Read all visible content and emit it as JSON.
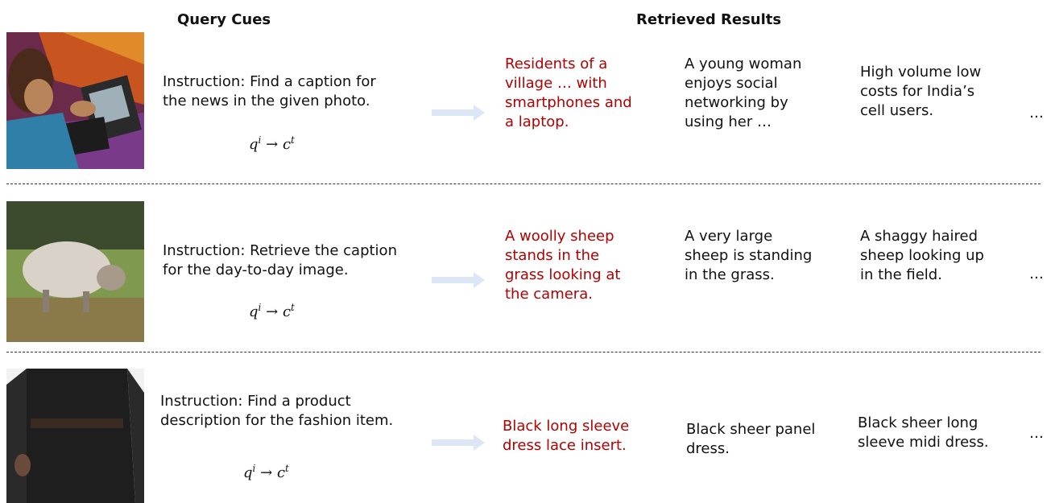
{
  "headers": {
    "query_cues": "Query Cues",
    "retrieved_results": "Retrieved Results"
  },
  "formula": {
    "q": "q",
    "q_sup": "i",
    "arrow": "→",
    "c": "c",
    "c_sup": "t"
  },
  "ellipsis": "…",
  "colors": {
    "correct_result": "#b30000",
    "arrow": "#dce6f4"
  },
  "rows": [
    {
      "image": "woman-with-phone-and-laptop",
      "instruction": [
        "Instruction: Find a caption for",
        "the news in the given photo."
      ],
      "results": [
        [
          "Residents of a",
          "village … with",
          "smartphones and",
          "a laptop."
        ],
        [
          "A young woman",
          "enjoys social",
          "networking by",
          "using her …"
        ],
        [
          "High volume low",
          "costs for India’s",
          "cell users."
        ]
      ]
    },
    {
      "image": "sheep-in-grass",
      "instruction": [
        "Instruction: Retrieve the caption",
        "for the day-to-day image."
      ],
      "results": [
        [
          "A woolly sheep",
          "stands in the",
          "grass looking at",
          "the camera."
        ],
        [
          "A very large",
          "sheep is standing",
          "in the grass."
        ],
        [
          "A shaggy haired",
          "sheep looking up",
          "in the field."
        ]
      ]
    },
    {
      "image": "black-dress",
      "instruction": [
        "Instruction: Find a product",
        "description for the fashion item."
      ],
      "results": [
        [
          "Black long sleeve",
          "dress lace insert."
        ],
        [
          "Black sheer panel",
          "dress."
        ],
        [
          "Black sheer long",
          "sleeve midi dress."
        ]
      ]
    }
  ]
}
